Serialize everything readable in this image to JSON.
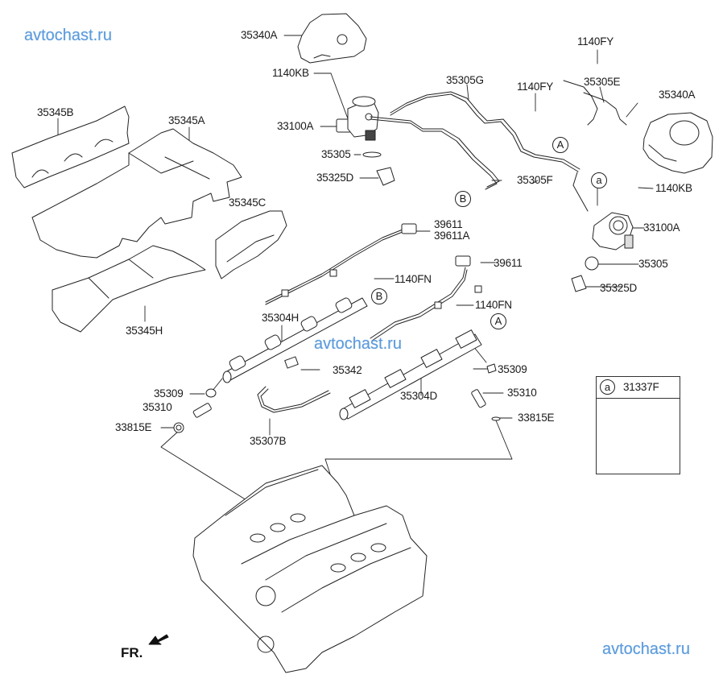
{
  "watermarks": {
    "top_left": "avtochast.ru",
    "center": "avtochast.ru",
    "bottom_right": "avtochast.ru"
  },
  "orientation": {
    "label": "FR.",
    "icon": "front-arrow-icon"
  },
  "part_labels": {
    "p35340A_left": "35340A",
    "p1140KB_left": "1140KB",
    "p33100A_left": "33100A",
    "p35305_left": "35305",
    "p35325D_left": "35325D",
    "p35305G": "35305G",
    "p1140FY_mid": "1140FY",
    "p1140FY_top": "1140FY",
    "p35305E": "35305E",
    "p35340A_right": "35340A",
    "p35305F": "35305F",
    "p1140KB_right": "1140KB",
    "p33100A_right": "33100A",
    "p35305_right": "35305",
    "p35325D_right": "35325D",
    "p35345B": "35345B",
    "p35345A": "35345A",
    "p35345C": "35345C",
    "p35345H": "35345H",
    "p39611_a": "39611",
    "p39611A": "39611A",
    "p39611_b": "39611",
    "p1140FN_a": "1140FN",
    "p1140FN_b": "1140FN",
    "p35304H": "35304H",
    "p35342": "35342",
    "p35309_left": "35309",
    "p35310_left": "35310",
    "p33815E_left": "33815E",
    "p35307B": "35307B",
    "p35304D": "35304D",
    "p35309_right": "35309",
    "p35310_right": "35310",
    "p33815E_right": "33815E"
  },
  "callouts": {
    "A_upper": "A",
    "B_upper": "B",
    "a_upper": "a",
    "B_rail": "B",
    "A_rail": "A"
  },
  "inset": {
    "callout": "a",
    "part": "31337F"
  }
}
